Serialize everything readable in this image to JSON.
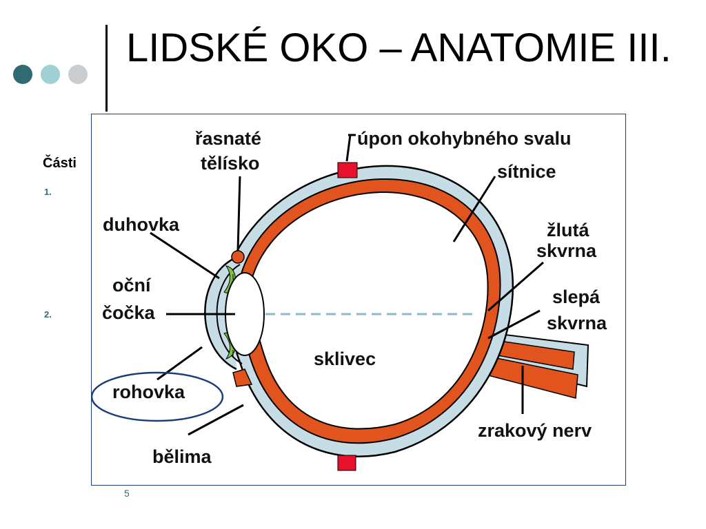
{
  "slide": {
    "title": "LIDSKÉ OKO – ANATOMIE III.",
    "slide_number": "5",
    "parts_label_partial": "Části",
    "list_numbers": [
      "1.",
      "2."
    ],
    "colors": {
      "accent": "#2f6b73",
      "dot_light": "#9fd0d6",
      "dot_gray": "#c9cdd0",
      "highlight_ellipse": "#1a3c7a"
    }
  },
  "diagram": {
    "labels": {
      "ciliary_body": [
        "řasnaté",
        "tělísko"
      ],
      "muscle_attachment": "úpon okohybného svalu",
      "retina": "sítnice",
      "iris": "duhovka",
      "macula": [
        "žlutá",
        "skvrna"
      ],
      "lens": [
        "oční",
        "čočka"
      ],
      "blind_spot": [
        "slepá",
        "skvrna"
      ],
      "vitreous": "sklivec",
      "cornea": "rohovka",
      "optic_nerve": "zrakový nerv",
      "sclera": "bělima"
    },
    "colors": {
      "sclera": "#c7dde6",
      "retina": "#e2541d",
      "muscle": "#e8112d",
      "iris": "#7fc241",
      "outline": "#000000"
    }
  }
}
